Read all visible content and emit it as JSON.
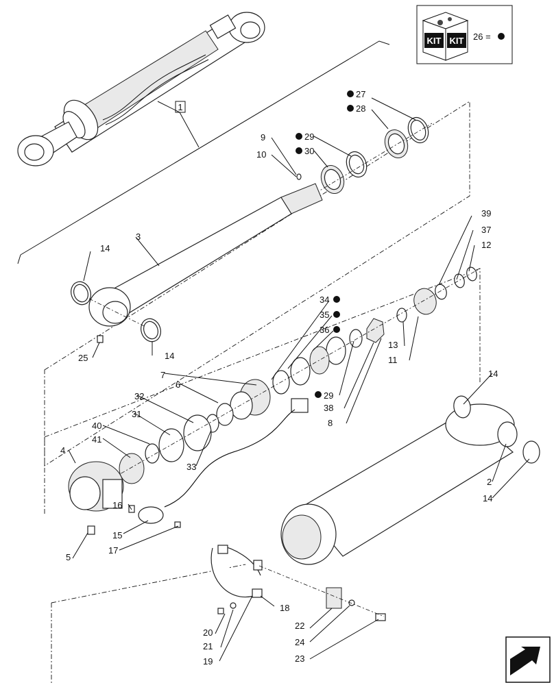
{
  "kit_box": {
    "kit_text_1": "KIT",
    "kit_text_2": "KIT",
    "legend": "26 ="
  },
  "callouts": {
    "c1": "1",
    "c2": "2",
    "c3": "3",
    "c4": "4",
    "c5": "5",
    "c6": "6",
    "c7": "7",
    "c8": "8",
    "c9": "9",
    "c10": "10",
    "c11": "11",
    "c12": "12",
    "c13": "13",
    "c14a": "14",
    "c14b": "14",
    "c14c": "14",
    "c14d": "14",
    "c15": "15",
    "c16": "16",
    "c17": "17",
    "c18": "18",
    "c19": "19",
    "c20": "20",
    "c21": "21",
    "c22": "22",
    "c23": "23",
    "c24": "24",
    "c25": "25",
    "c27": "27",
    "c28": "28",
    "c29a": "29",
    "c29b": "29",
    "c30": "30",
    "c31": "31",
    "c32": "32",
    "c33": "33",
    "c34": "34",
    "c35": "35",
    "c36": "36",
    "c37": "37",
    "c38": "38",
    "c39": "39",
    "c40": "40",
    "c41": "41"
  }
}
